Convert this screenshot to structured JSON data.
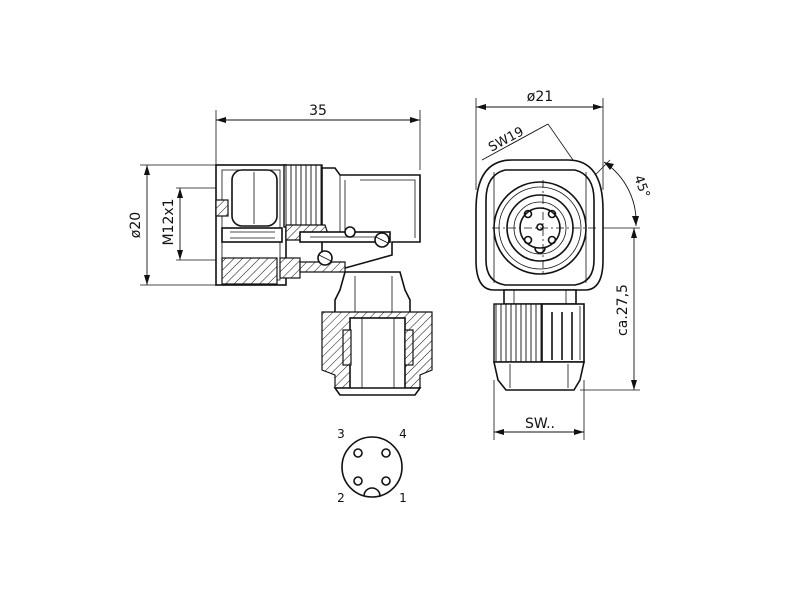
{
  "side_view": {
    "dim_length": "35",
    "dim_diameter": "ø20",
    "dim_thread": "M12x1"
  },
  "front_view": {
    "dim_diameter": "ø21",
    "dim_wrench_nut": "SW19",
    "dim_angle": "45°",
    "dim_height": "ca.27,5",
    "dim_wrench_gland": "SW.."
  },
  "pin_layout": {
    "pin_labels": [
      "3",
      "4",
      "2",
      "1"
    ]
  }
}
